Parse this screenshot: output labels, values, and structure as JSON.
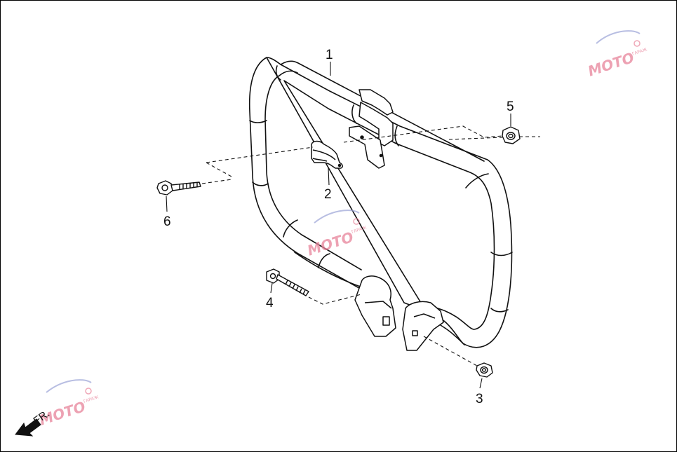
{
  "callouts": {
    "c1": "1",
    "c2": "2",
    "c3": "3",
    "c4": "4",
    "c5": "5",
    "c6": "6"
  },
  "direction": {
    "label": "FR.",
    "icon": "front-arrow-icon"
  },
  "watermark": {
    "text": "MOTO",
    "icon": "moto-logo-watermark",
    "color": "#e8839a"
  },
  "colors": {
    "line": "#111111",
    "background": "#ffffff"
  }
}
